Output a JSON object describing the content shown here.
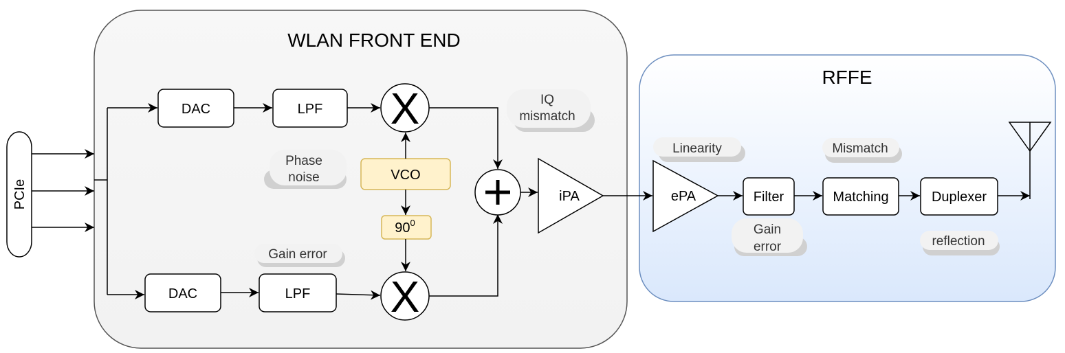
{
  "wlan": {
    "title": "WLAN FRONT END",
    "input": "PCIe",
    "dac_top": "DAC",
    "dac_bottom": "DAC",
    "lpf_top": "LPF",
    "lpf_bottom": "LPF",
    "mixer_symbol": "X",
    "sum_symbol": "+",
    "vco": "VCO",
    "shift_base": "90",
    "shift_sup": "0",
    "ipa": "iPA",
    "notes": {
      "iq": [
        "IQ",
        "mismatch"
      ],
      "phase": [
        "Phase",
        "noise"
      ],
      "gain": "Gain error"
    }
  },
  "rffe": {
    "title": "RFFE",
    "epa": "ePA",
    "filter": "Filter",
    "matching": "Matching",
    "duplexer": "Duplexer",
    "notes": {
      "linearity": "Linearity",
      "mismatch": "Mismatch",
      "gain": [
        "Gain",
        "error"
      ],
      "reflection": "reflection"
    }
  },
  "colors": {
    "stroke": "#000000",
    "wlan_bg_top": "#f7f7f7",
    "wlan_bg_bottom": "#f2f2f2",
    "wlan_border": "#555555",
    "rffe_bg_top": "#ffffff",
    "rffe_bg_bottom": "#dae8fc",
    "rffe_border": "#6c8ebf",
    "vco_fill": "#fff2cc",
    "vco_border": "#d6b656",
    "note_shadow": "#d0d0d0"
  }
}
